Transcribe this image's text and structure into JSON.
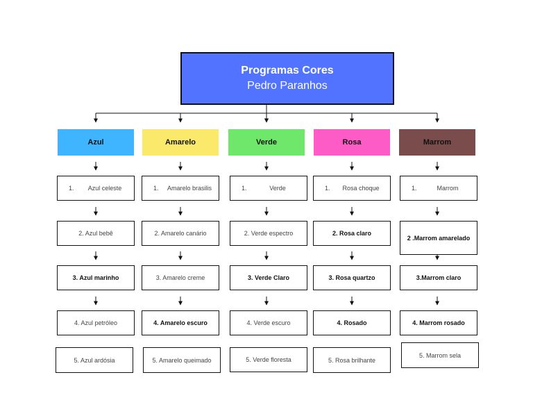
{
  "title": {
    "line1": "Programas Cores",
    "line2": "Pedro Paranhos"
  },
  "columns": [
    {
      "header": "Azul",
      "color": "#3fb5ff",
      "items": [
        {
          "num": "1.",
          "label": "Azul celeste"
        },
        {
          "label": "2. Azul bebê"
        },
        {
          "label": "3. Azul marinho",
          "bold": true
        },
        {
          "label": "4. Azul petróleo"
        },
        {
          "label": "5. Azul ardósia"
        }
      ]
    },
    {
      "header": "Amarelo",
      "color": "#fbe96b",
      "items": [
        {
          "num": "1.",
          "label": "Amarelo brasilis"
        },
        {
          "label": "2. Amarelo canário"
        },
        {
          "label": "3. Amarelo creme"
        },
        {
          "label": "4. Amarelo escuro",
          "bold": true
        },
        {
          "label": "5. Amarelo queimado"
        }
      ]
    },
    {
      "header": "Verde",
      "color": "#6ee76a",
      "items": [
        {
          "num": "1.",
          "label": "Verde"
        },
        {
          "label": "2. Verde espectro"
        },
        {
          "label": "3. Verde Claro",
          "bold": true
        },
        {
          "label": "4. Verde escuro"
        },
        {
          "label": "5. Verde floresta"
        }
      ]
    },
    {
      "header": "Rosa",
      "color": "#fd5cc6",
      "items": [
        {
          "num": "1.",
          "label": "Rosa choque"
        },
        {
          "label": "2. Rosa claro",
          "bold": true
        },
        {
          "label": "3. Rosa quartzo",
          "bold": true
        },
        {
          "label": "4. Rosado",
          "bold": true
        },
        {
          "label": "5. Rosa brilhante"
        }
      ]
    },
    {
      "header": "Marrom",
      "color": "#7a4c4c",
      "items": [
        {
          "num": "1.",
          "label": "Marrom"
        },
        {
          "label": "2 .Marrom amarelado",
          "bold": true
        },
        {
          "label": "3.Marrom claro",
          "bold": true
        },
        {
          "label": "4. Marrom rosado",
          "bold": true
        },
        {
          "label": "5. Marrom sela"
        }
      ]
    }
  ]
}
